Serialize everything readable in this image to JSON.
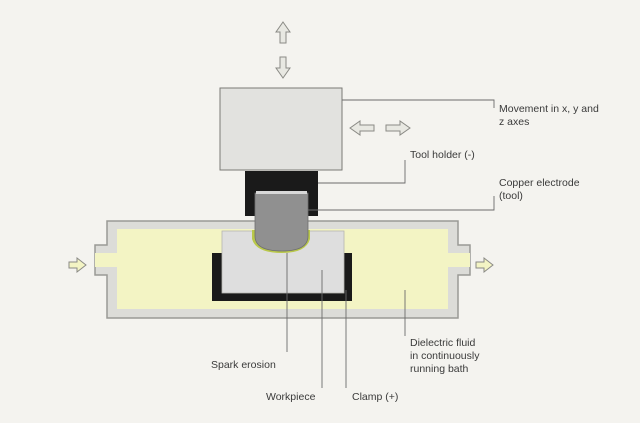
{
  "labels": {
    "movement": [
      "Movement in x, y and",
      "z axes"
    ],
    "tool_holder": "Tool holder (-)",
    "electrode": [
      "Copper electrode",
      "(tool)"
    ],
    "dielectric": [
      "Dielectric fluid",
      "in continuously",
      "running bath"
    ],
    "spark": "Spark erosion",
    "workpiece": "Workpiece",
    "clamp": "Clamp (+)"
  },
  "colors": {
    "background": "#f4f3ef",
    "bath_wall": "#dcdcd8",
    "fluid": "#f3f4c4",
    "tool_holder": "#e2e2df",
    "holder_collar": "#1a1a1a",
    "electrode": "#909090",
    "spark_glow": "#b9c84a",
    "workpiece": "#dedede",
    "clamp": "#1a1a1a",
    "arrow_fill": "#e8e8e2",
    "arrow_stroke": "#8a8a85",
    "leader": "#6b6b6b"
  }
}
